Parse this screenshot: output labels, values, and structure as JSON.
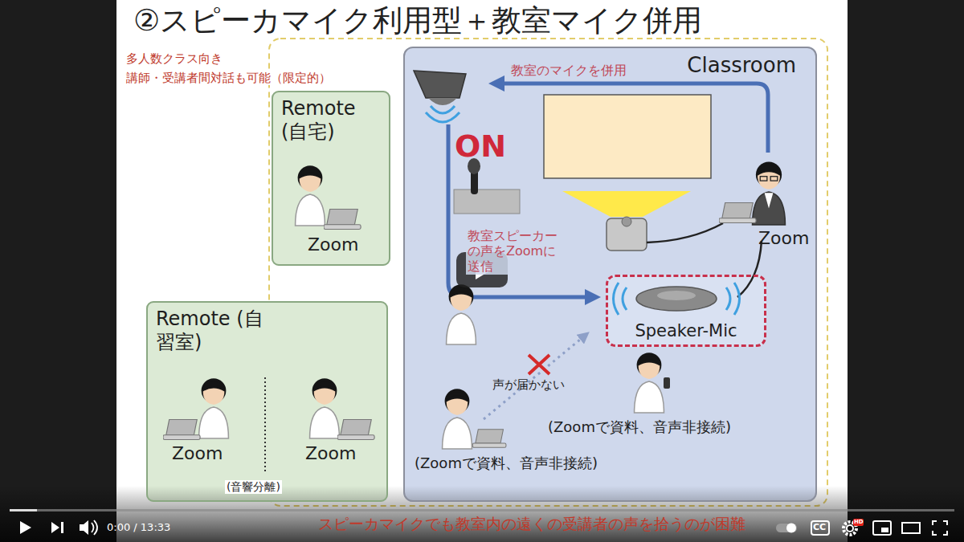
{
  "diagram": {
    "title": "②スピーカマイク利用型＋教室マイク併用",
    "nodes": [
      {
        "text": [
          "Remote (自宅)"
        ]
      },
      {
        "text": [
          "Remote (自習室)"
        ]
      },
      {
        "text": [
          "Classroom"
        ]
      },
      {
        "text": [
          "Speaker-Mic"
        ],
        "in": 2
      }
    ],
    "labels": [
      "多人数クラス向き",
      "講師・受講者間対話も可能（限定的）",
      "Zoom",
      "Zoom",
      "Zoom",
      "(音響分離)",
      "教室のマイクを併用",
      "ON",
      "教室スピーカーの声をZoomに送信",
      "Zoom",
      "声が届かない",
      "(Zoomで資料、音声非接続)",
      "(Zoomで資料、音声非接続)",
      "スピーカマイクでも教室内の遠くの受講者の声を拾うのが困難",
      "0:00 / 13:33",
      "CC",
      "HD"
    ]
  }
}
